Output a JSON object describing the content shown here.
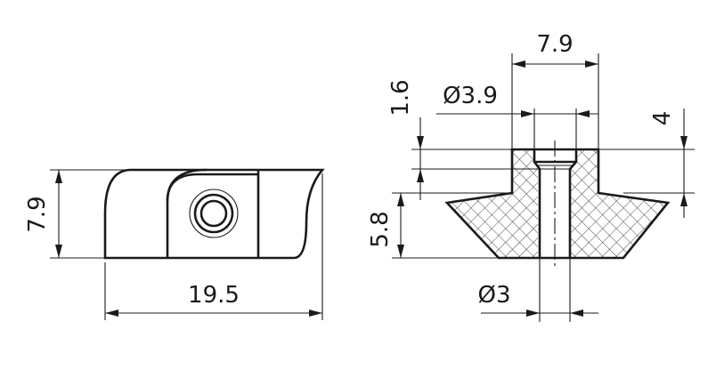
{
  "dimensions": {
    "side_height": "7.9",
    "side_length": "19.5",
    "section_width": "7.9",
    "section_top": "1.6",
    "hole_dia": "Ø3.9",
    "right_height": "4",
    "left_height": "5.8",
    "bottom_dia": "Ø3"
  },
  "colors": {
    "line": "#1a1a1a",
    "background": "#ffffff"
  }
}
